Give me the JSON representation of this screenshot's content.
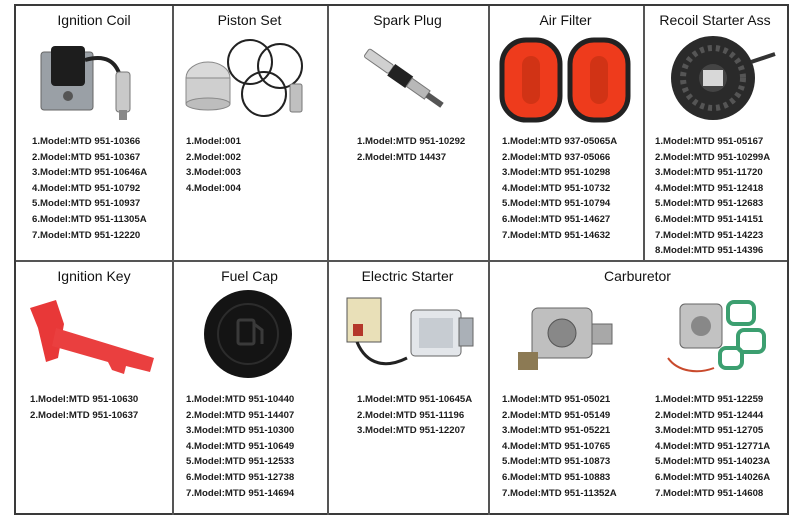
{
  "rows": [
    [
      {
        "key": "ignition-coil",
        "title": "Ignition Coil",
        "models": [
          "1.Model:MTD 951-10366",
          "2.Model:MTD 951-10367",
          "3.Model:MTD 951-10646A",
          "4.Model:MTD 951-10792",
          "5.Model:MTD 951-10937",
          "6.Model:MTD 951-11305A",
          "7.Model:MTD 951-12220"
        ]
      },
      {
        "key": "piston-set",
        "title": "Piston Set",
        "models": [
          "1.Model:001",
          "2.Model:002",
          "3.Model:003",
          "4.Model:004"
        ]
      },
      {
        "key": "spark-plug",
        "title": "Spark Plug",
        "models": [
          "1.Model:MTD 951-10292",
          "2.Model:MTD 14437"
        ]
      },
      {
        "key": "air-filter",
        "title": "Air Filter",
        "models": [
          "1.Model:MTD 937-05065A",
          "2.Model:MTD 937-05066",
          "3.Model:MTD 951-10298",
          "4.Model:MTD 951-10732",
          "5.Model:MTD 951-10794",
          "6.Model:MTD 951-14627",
          "7.Model:MTD 951-14632"
        ]
      },
      {
        "key": "recoil-starter",
        "title": "Recoil Starter Ass",
        "models": [
          "1.Model:MTD 951-05167",
          "2.Model:MTD 951-10299A",
          "3.Model:MTD 951-11720",
          "4.Model:MTD 951-12418",
          "5.Model:MTD 951-12683",
          "6.Model:MTD 951-14151",
          "7.Model:MTD 951-14223",
          "8.Model:MTD 951-14396"
        ]
      }
    ],
    [
      {
        "key": "ignition-key",
        "title": "Ignition Key",
        "models": [
          "1.Model:MTD 951-10630",
          "2.Model:MTD 951-10637"
        ]
      },
      {
        "key": "fuel-cap",
        "title": "Fuel Cap",
        "models": [
          "1.Model:MTD 951-10440",
          "2.Model:MTD 951-14407",
          "3.Model:MTD 951-10300",
          "4.Model:MTD 951-10649",
          "5.Model:MTD 951-12533",
          "6.Model:MTD 951-12738",
          "7.Model:MTD 951-14694"
        ]
      },
      {
        "key": "electric-starter",
        "title": "Electric Starter",
        "models": [
          "1.Model:MTD 951-10645A",
          "2.Model:MTD 951-11196",
          "3.Model:MTD 951-12207"
        ]
      },
      {
        "key": "carburetor",
        "title": "Carburetor",
        "models": [
          "1.Model:MTD 951-05021",
          "2.Model:MTD 951-05149",
          "3.Model:MTD 951-05221",
          "4.Model:MTD 951-10765",
          "5.Model:MTD 951-10873",
          "6.Model:MTD 951-10883",
          "7.Model:MTD 951-11352A"
        ],
        "models_b": [
          "1.Model:MTD 951-12259",
          "2.Model:MTD 951-12444",
          "3.Model:MTD 951-12705",
          "4.Model:MTD 951-12771A",
          "5.Model:MTD 951-14023A",
          "6.Model:MTD 951-14026A",
          "7.Model:MTD 951-14608"
        ]
      }
    ]
  ],
  "colors": {
    "border": "#3a3a3a",
    "text": "#1c1c1c",
    "filter_orange": "#ee3b1c",
    "key_red": "#e83838"
  }
}
